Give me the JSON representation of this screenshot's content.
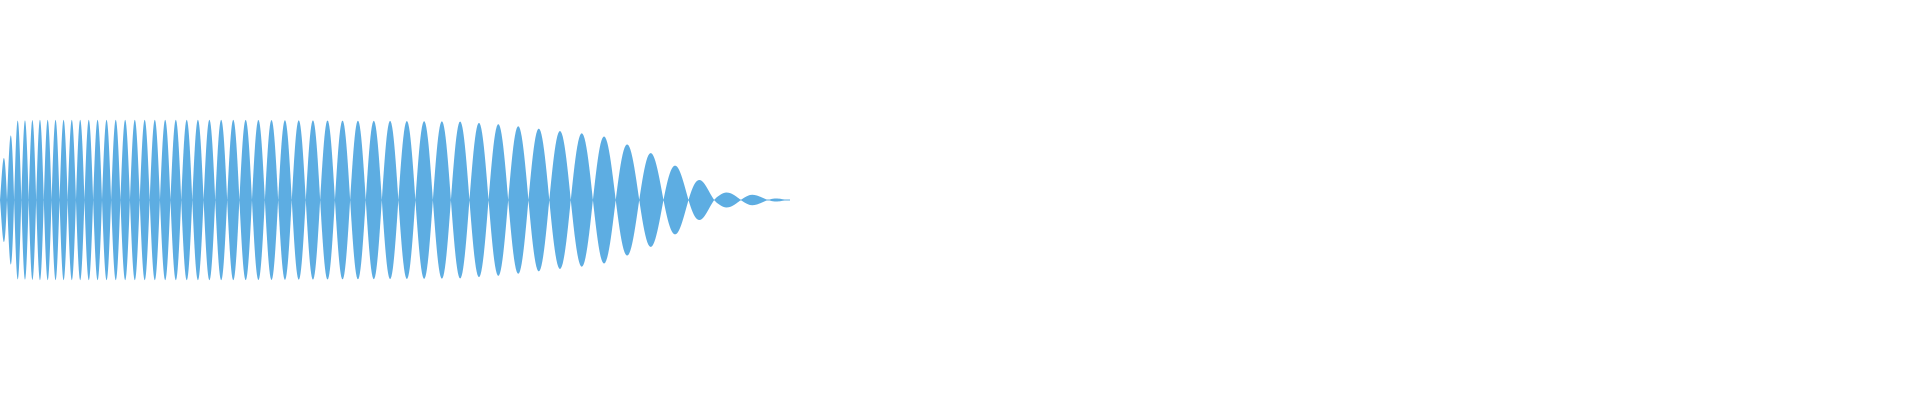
{
  "waveform": {
    "color": "#5dade2",
    "background": "#ffffff",
    "envelope": [
      {
        "t": 0.0,
        "amp": 0.36
      },
      {
        "t": 0.01,
        "amp": 0.7
      },
      {
        "t": 0.02,
        "amp": 0.98
      },
      {
        "t": 0.05,
        "amp": 0.99
      },
      {
        "t": 0.3,
        "amp": 0.99
      },
      {
        "t": 0.58,
        "amp": 0.97
      },
      {
        "t": 0.64,
        "amp": 0.93
      },
      {
        "t": 0.7,
        "amp": 0.86
      },
      {
        "t": 0.76,
        "amp": 0.8
      },
      {
        "t": 0.82,
        "amp": 0.6
      },
      {
        "t": 0.87,
        "amp": 0.35
      },
      {
        "t": 0.91,
        "amp": 0.1
      },
      {
        "t": 0.95,
        "amp": 0.07
      },
      {
        "t": 0.975,
        "amp": 0.03
      },
      {
        "t": 1.0,
        "amp": 0.0
      }
    ]
  }
}
